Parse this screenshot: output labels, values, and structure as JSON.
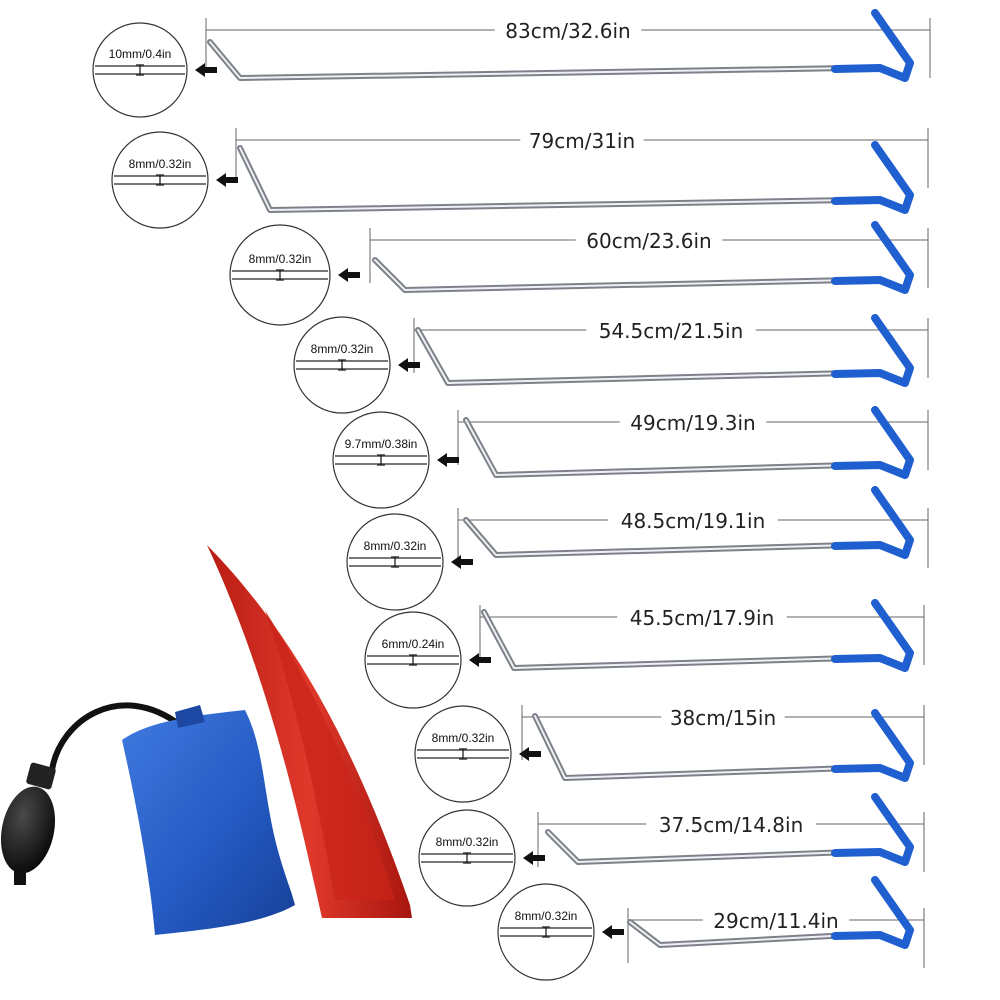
{
  "image_title": "",
  "colors": {
    "background": "#ffffff",
    "rod_metal": "#b8bcc2",
    "rod_highlight": "#eef0f2",
    "handle_blue": "#1f5fd0",
    "wedge_red": "#d42a1f",
    "bag_blue": "#2a62c8",
    "pump_black": "#151515"
  },
  "rods": [
    {
      "length": "83cm/32.6in",
      "diameter": "10mm/0.4in"
    },
    {
      "length": "79cm/31in",
      "diameter": "8mm/0.32in"
    },
    {
      "length": "60cm/23.6in",
      "diameter": "8mm/0.32in"
    },
    {
      "length": "54.5cm/21.5in",
      "diameter": "8mm/0.32in"
    },
    {
      "length": "49cm/19.3in",
      "diameter": "9.7mm/0.38in"
    },
    {
      "length": "48.5cm/19.1in",
      "diameter": "8mm/0.32in"
    },
    {
      "length": "45.5cm/17.9in",
      "diameter": "6mm/0.24in"
    },
    {
      "length": "38cm/15in",
      "diameter": "8mm/0.32in"
    },
    {
      "length": "37.5cm/14.8in",
      "diameter": "8mm/0.32in"
    },
    {
      "length": "29cm/11.4in",
      "diameter": "8mm/0.32in"
    }
  ],
  "accessories": {
    "wedge_icon": "red-wedge-icon",
    "bag_icon": "air-pump-wedge-icon"
  }
}
